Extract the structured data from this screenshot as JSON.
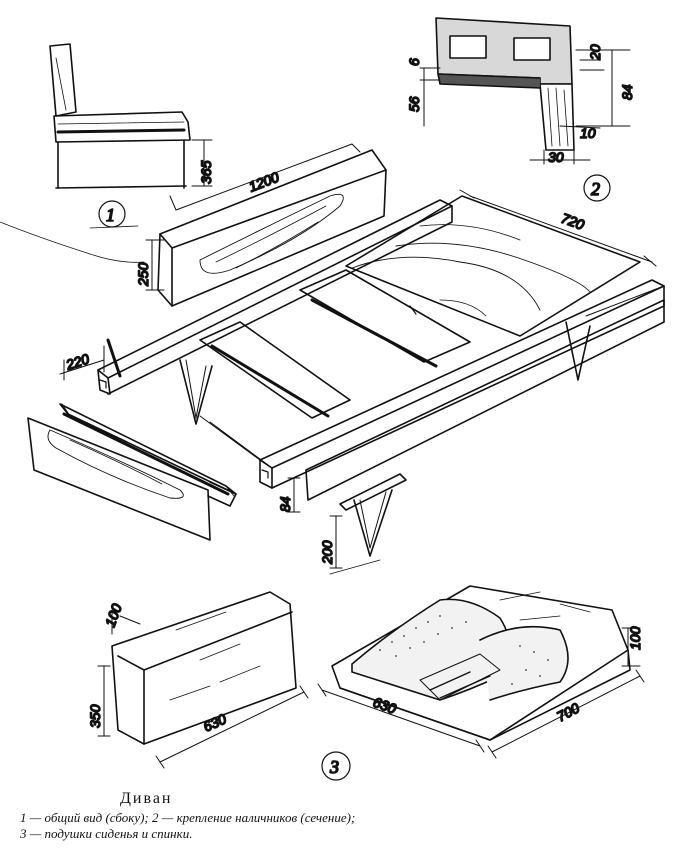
{
  "figure": {
    "labels": {
      "fig1": "1",
      "fig2": "2",
      "fig3": "3"
    },
    "dimensions": {
      "d365": "365",
      "d6": "6",
      "d56": "56",
      "d20": "20",
      "d84_sec": "84",
      "d10": "10",
      "d30": "30",
      "d1200": "1200",
      "d250": "250",
      "d720": "720",
      "d220": "220",
      "d84_frame": "84",
      "d200": "200",
      "d100_back": "100",
      "d350": "350",
      "d630_back": "630",
      "d630_seat": "630",
      "d100_seat": "100",
      "d700": "700"
    }
  },
  "caption": {
    "title": "Диван",
    "line1": "1 — общий вид (сбоку); 2 — крепление наличников (сечение);",
    "line2": "3 — подушки сиденья и спинки."
  }
}
